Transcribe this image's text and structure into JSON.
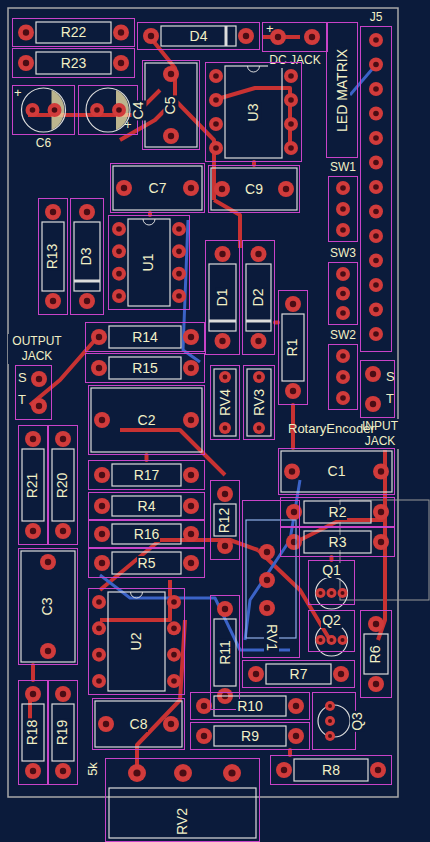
{
  "diagram": {
    "nodes": [
      {
        "text": [
          "R22"
        ]
      },
      {
        "text": [
          "D4"
        ]
      },
      {
        "text": [
          "DC JACK"
        ]
      },
      {
        "text": [
          "J5"
        ]
      },
      {
        "text": [
          "R23"
        ]
      },
      {
        "text": [
          "LED MATRIX"
        ]
      },
      {
        "text": [
          "C5"
        ]
      },
      {
        "text": [
          "U3"
        ]
      },
      {
        "text": [
          "C6"
        ]
      },
      {
        "text": [
          "C4"
        ]
      },
      {
        "text": [
          "C7"
        ]
      },
      {
        "text": [
          "C9"
        ]
      },
      {
        "text": [
          "SW1"
        ]
      },
      {
        "text": [
          "R13"
        ]
      },
      {
        "text": [
          "D3"
        ]
      },
      {
        "text": [
          "U1"
        ]
      },
      {
        "text": [
          "D1"
        ]
      },
      {
        "text": [
          "D2"
        ]
      },
      {
        "text": [
          "SW3"
        ]
      },
      {
        "text": [
          "R1"
        ]
      },
      {
        "text": [
          "R14"
        ]
      },
      {
        "text": [
          "SW2"
        ]
      },
      {
        "text": [
          "OUTPUT JACK"
        ]
      },
      {
        "text": [
          "R15"
        ]
      },
      {
        "text": [
          "INPUT JACK"
        ]
      },
      {
        "text": [
          "C2"
        ]
      },
      {
        "text": [
          "RV4"
        ]
      },
      {
        "text": [
          "RV3"
        ]
      },
      {
        "text": [
          "R21"
        ]
      },
      {
        "text": [
          "R20"
        ]
      },
      {
        "text": [
          "C1"
        ]
      },
      {
        "text": [
          "R17"
        ]
      },
      {
        "text": [
          "R12"
        ]
      },
      {
        "text": [
          "R2"
        ]
      },
      {
        "text": [
          "R4"
        ]
      },
      {
        "text": [
          "R3"
        ]
      },
      {
        "text": [
          "R16"
        ]
      },
      {
        "text": [
          "RV1"
        ]
      },
      {
        "text": [
          "R5"
        ]
      },
      {
        "text": [
          "C3"
        ]
      },
      {
        "text": [
          "Q1"
        ]
      },
      {
        "text": [
          "U2"
        ]
      },
      {
        "text": [
          "R11"
        ]
      },
      {
        "text": [
          "Q2"
        ]
      },
      {
        "text": [
          "R6"
        ]
      },
      {
        "text": [
          "R7"
        ]
      },
      {
        "text": [
          "R18"
        ]
      },
      {
        "text": [
          "R19"
        ]
      },
      {
        "text": [
          "Q3"
        ]
      },
      {
        "text": [
          "R10"
        ]
      },
      {
        "text": [
          "C8"
        ]
      },
      {
        "text": [
          "R9"
        ]
      },
      {
        "text": [
          "RV2"
        ]
      },
      {
        "text": [
          "R8"
        ]
      }
    ],
    "edges": [
      {
        "from": 7,
        "to": 11,
        "arrow": "none"
      },
      {
        "from": 10,
        "to": 15,
        "arrow": "none"
      },
      {
        "from": 17,
        "to": 19,
        "arrow": "none"
      },
      {
        "from": 19,
        "to": 30,
        "arrow": "none"
      },
      {
        "from": 25,
        "to": 31,
        "arrow": "none"
      },
      {
        "from": 35,
        "to": 40,
        "arrow": "none"
      },
      {
        "from": 51,
        "to": 53,
        "arrow": "none"
      },
      {
        "from": 39,
        "to": 46,
        "arrow": "none"
      }
    ],
    "labels": [
      "+",
      "+",
      "+",
      "S",
      "T",
      "S",
      "T",
      "RotaryEncoder",
      "5k"
    ]
  }
}
